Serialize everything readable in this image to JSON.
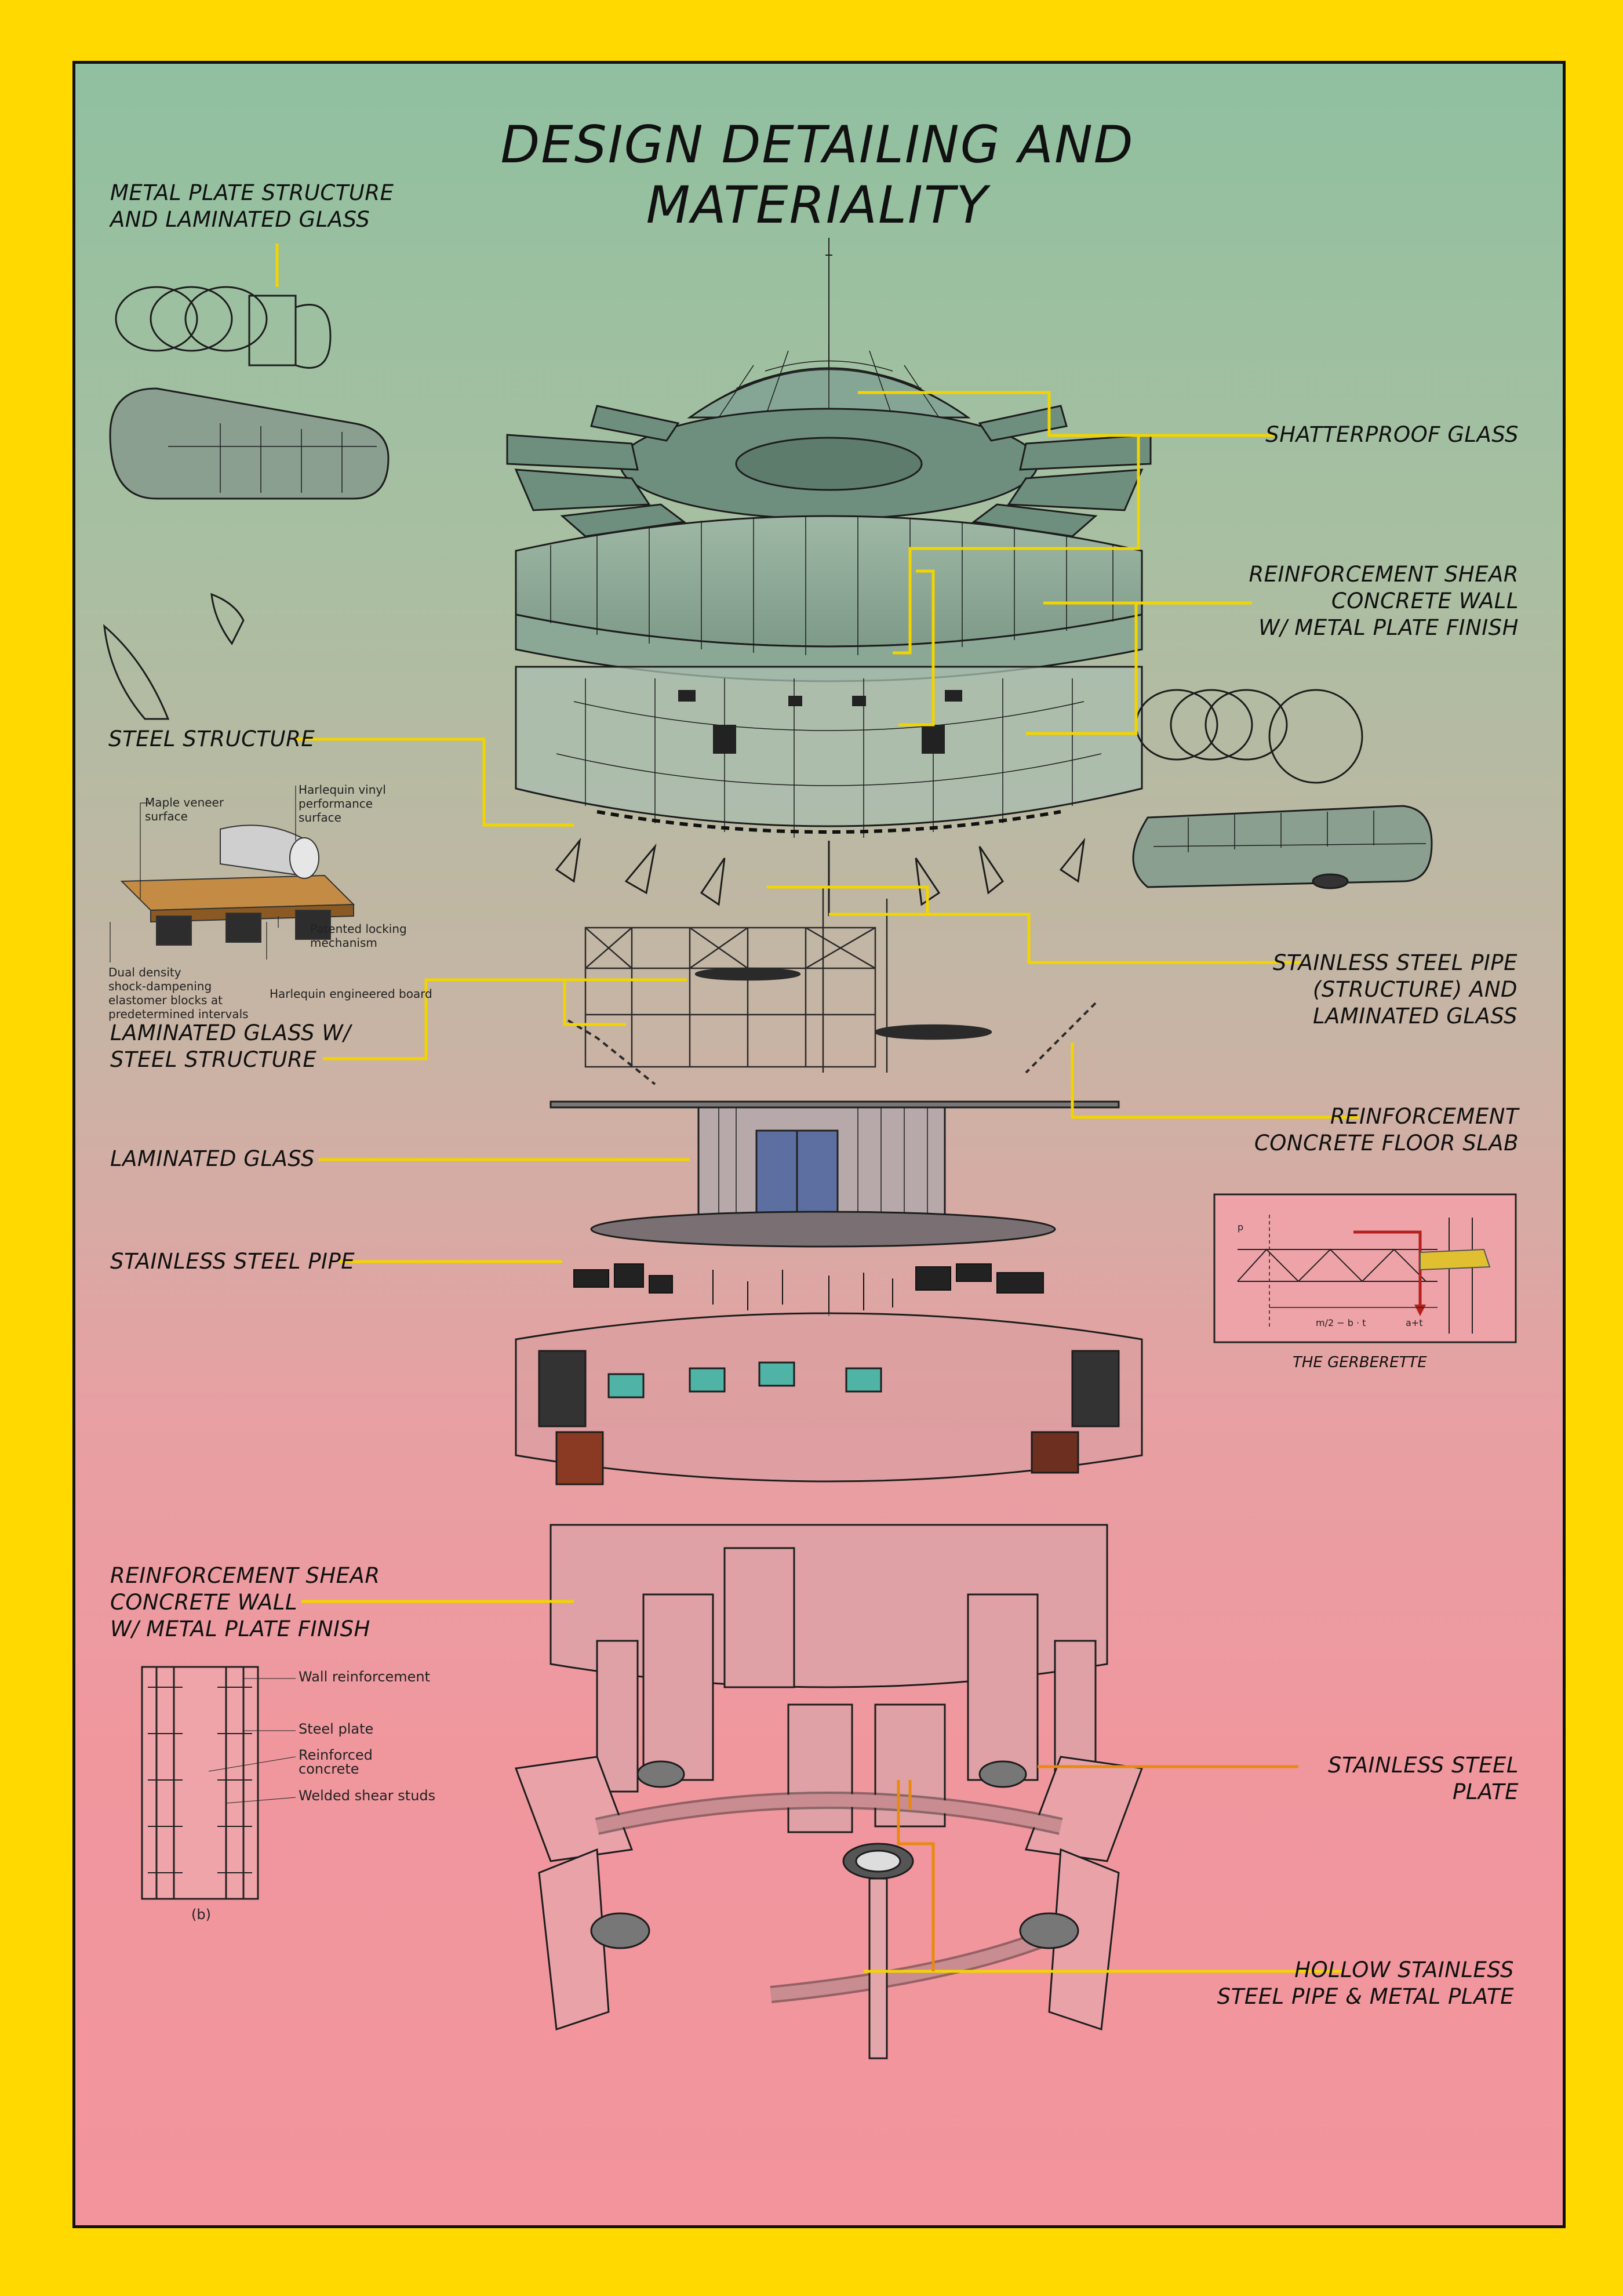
{
  "title": {
    "line1": "DESIGN DETAILING AND",
    "line2": "MATERIALITY"
  },
  "colors": {
    "frame": "#FFD900",
    "leader": "#F2D400",
    "leader_orange": "#E88A10",
    "line_art": "#1a1a1a"
  },
  "labels": {
    "metal_plate": [
      "METAL  PLATE  STRUCTURE",
      "AND LAMINATED GLASS"
    ],
    "shatterproof": [
      "SHATTERPROOF GLASS"
    ],
    "shear_wall_top": [
      "REINFORCEMENT SHEAR",
      "CONCRETE WALL",
      "W/ METAL PLATE FINISH"
    ],
    "steel_structure": [
      "STEEL STRUCTURE"
    ],
    "pipe_structure": [
      "STAINLESS STEEL PIPE",
      "(STRUCTURE) AND",
      "LAMINATED GLASS"
    ],
    "laminated_steel": [
      "LAMINATED GLASS W/",
      "STEEL STRUCTURE"
    ],
    "floor_slab": [
      "REINFORCEMENT",
      "CONCRETE FLOOR SLAB"
    ],
    "laminated_glass": [
      "LAMINATED GLASS"
    ],
    "stainless_pipe": [
      "STAINLESS STEEL PIPE"
    ],
    "shear_wall_bottom": [
      "REINFORCEMENT SHEAR",
      "CONCRETE WALL",
      "W/ METAL PLATE FINISH"
    ],
    "steel_plate": [
      "STAINLESS STEEL",
      "PLATE"
    ],
    "hollow_pipe": [
      "HOLLOW STAINLESS",
      "STEEL PIPE & METAL PLATE"
    ]
  },
  "floor_detail": {
    "items": [
      "Maple veneer",
      "surface",
      "Harlequin vinyl",
      "performance",
      "surface",
      "Patented locking",
      "mechanism",
      "Dual density",
      "shock-dampening",
      "elastomer blocks at",
      "predetermined intervals",
      "Harlequin engineered board"
    ]
  },
  "wall_detail": {
    "items": [
      "Wall reinforcement",
      "Steel plate",
      "Reinforced",
      "concrete",
      "Welded shear studs"
    ],
    "caption": "(b)"
  },
  "gerberette": {
    "caption": "THE GERBERETTE",
    "dim1": "m/2 − b · t",
    "dim2": "a+t",
    "dim3": "p"
  }
}
